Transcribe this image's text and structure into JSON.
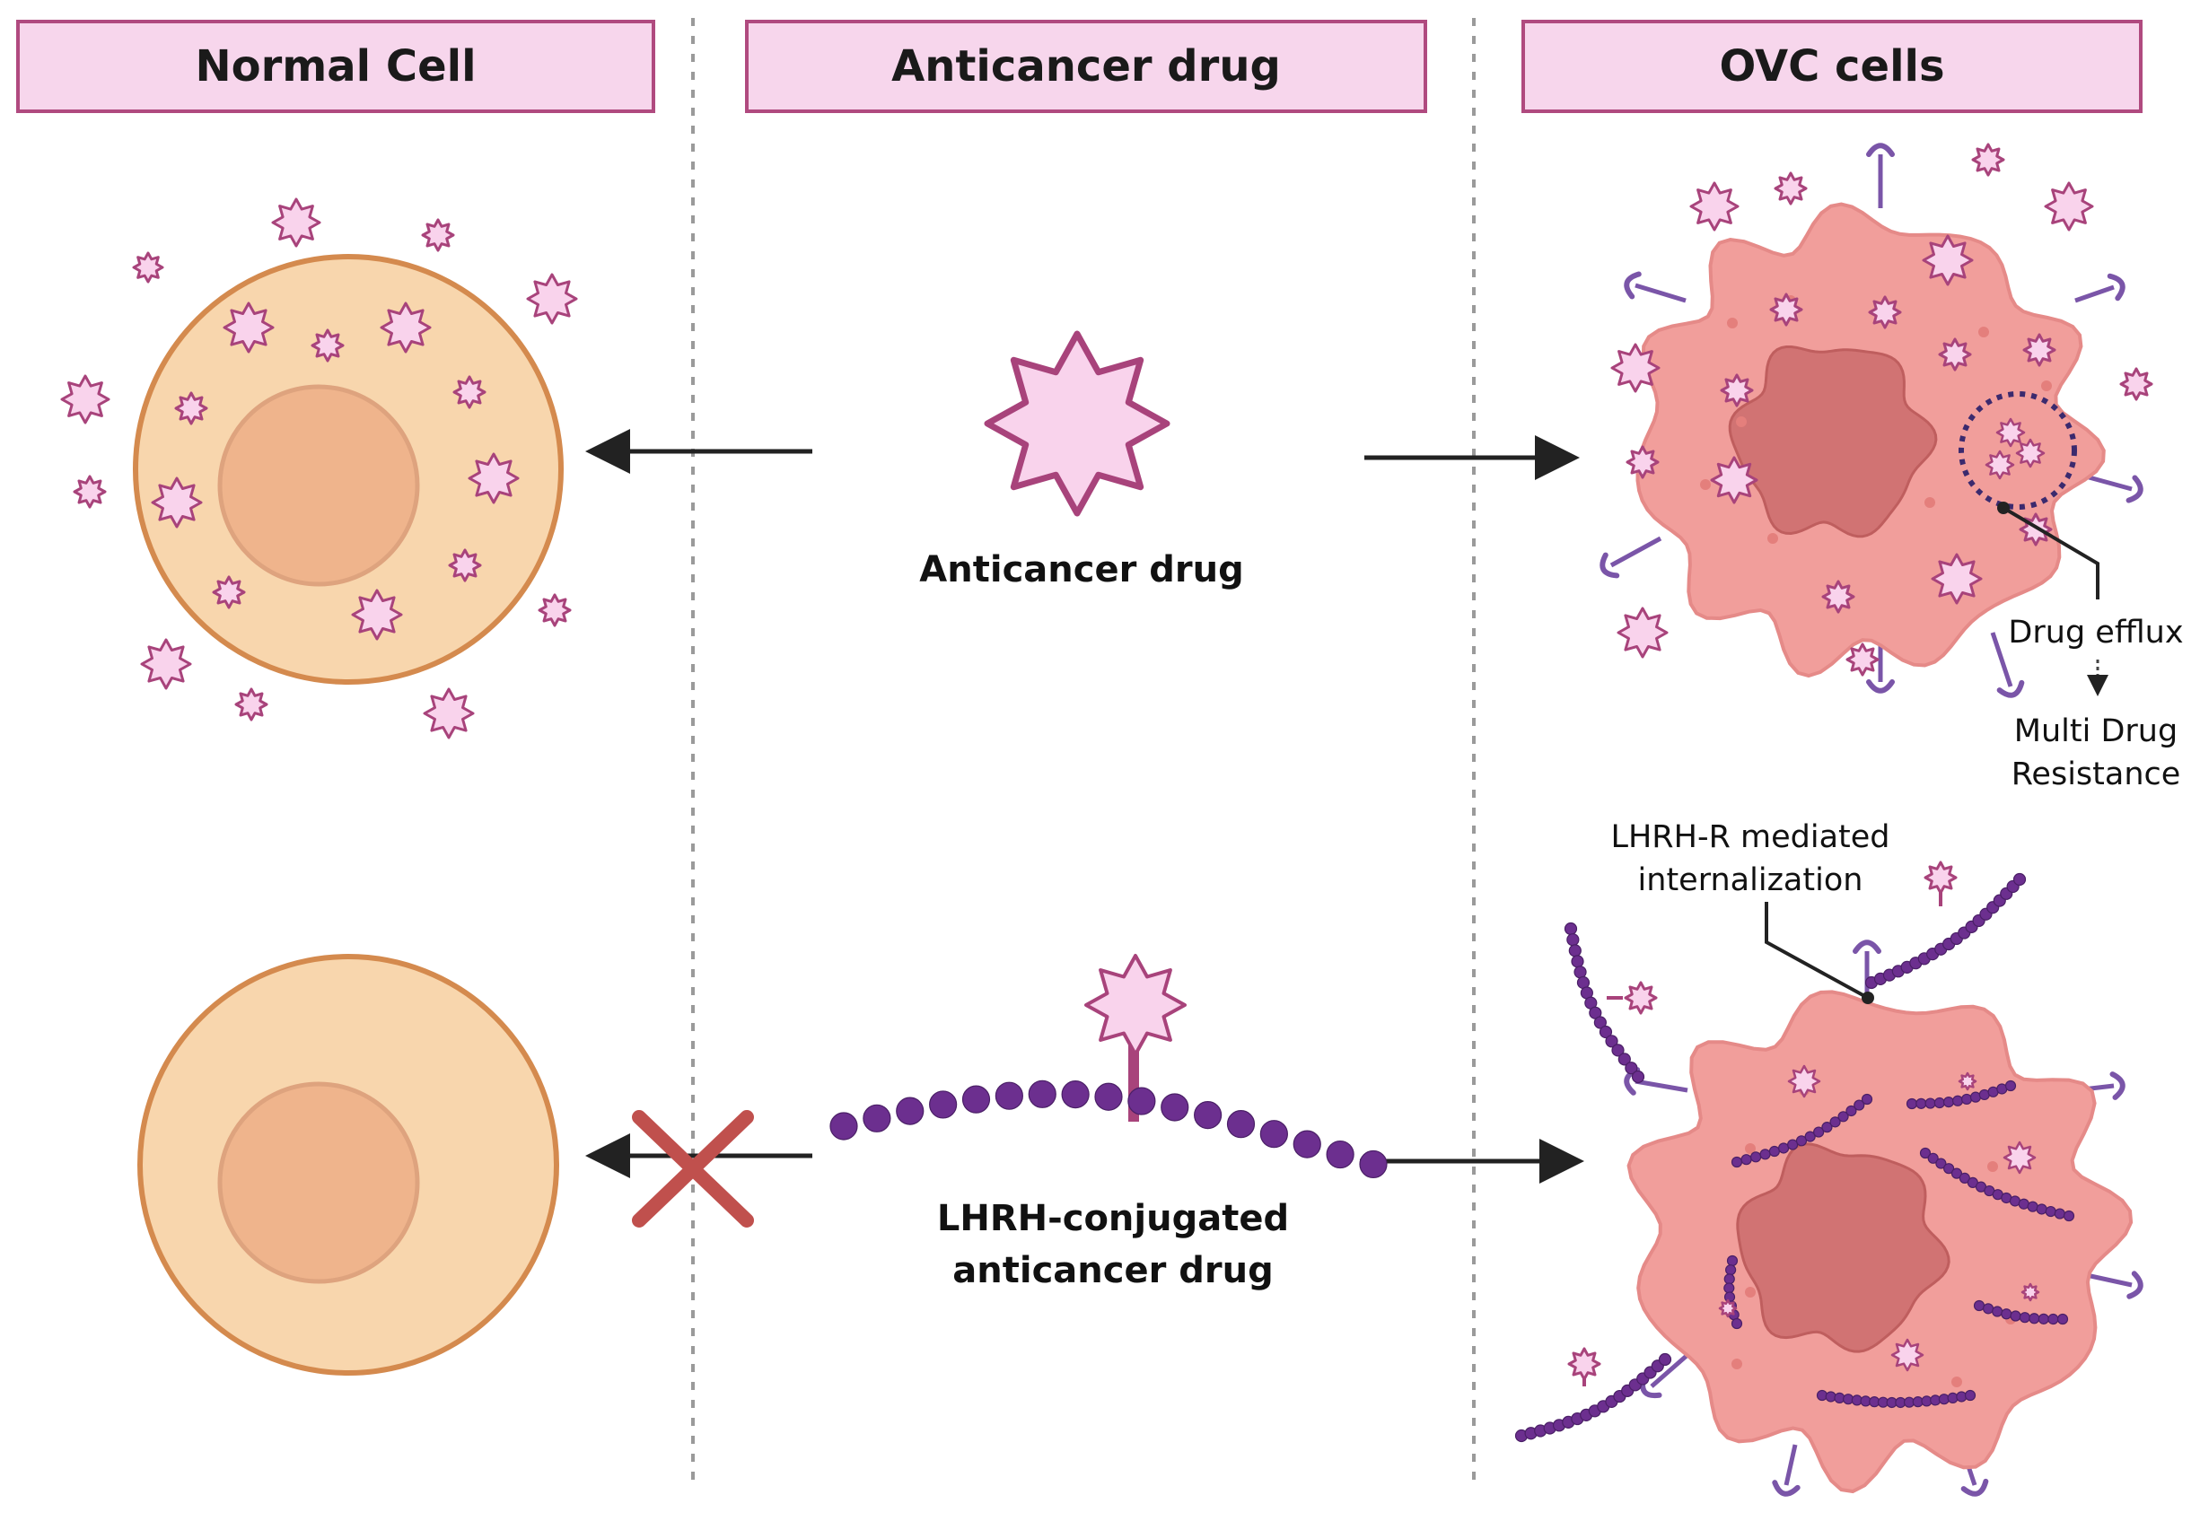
{
  "headers": {
    "normal_cell": "Normal Cell",
    "anticancer_drug": "Anticancer drug",
    "ovc_cells": "OVC cells"
  },
  "labels": {
    "anticancer_drug": "Anticancer drug",
    "lhrh_conjugated_line1": "LHRH-conjugated",
    "lhrh_conjugated_line2": "anticancer drug",
    "drug_efflux": "Drug efflux",
    "mdr_line1": "Multi Drug",
    "mdr_line2": "Resistance",
    "lhrh_r_line1": "LHRH-R mediated",
    "lhrh_r_line2": "internalization"
  },
  "colors": {
    "header_fill": "#f7d6ec",
    "header_border": "#b04a7f",
    "normal_cell_fill": "#f8d6ad",
    "normal_cell_border": "#d48a4e",
    "normal_nucleus": "#efb48c",
    "cancer_cell_fill": "#f19e9b",
    "cancer_nucleus": "#d17373",
    "drug_fill": "#f9d3ec",
    "drug_border": "#a8437b",
    "peptide_bead": "#6c2f8f",
    "receptor": "#7a55a8",
    "block_cross": "#c0504d"
  }
}
